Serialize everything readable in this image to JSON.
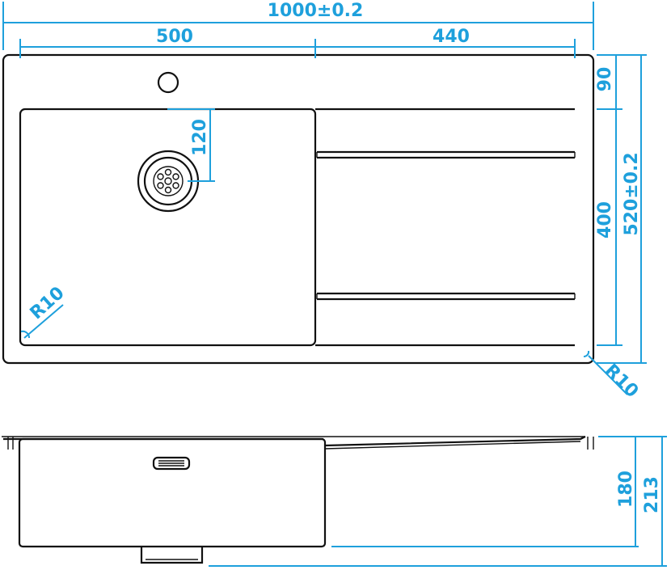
{
  "colors": {
    "dimension": "#1ea0dc",
    "outline": "#111111",
    "background": "#ffffff"
  },
  "dims": {
    "overall_width": "1000±0.2",
    "bowl_width": "500",
    "drainer_width": "440",
    "top_margin": "90",
    "drain_offset": "120",
    "bowl_length": "400",
    "overall_depth": "520±0.2",
    "inner_radius": "R10",
    "outer_radius": "R10",
    "bowl_depth": "180",
    "total_height": "213"
  }
}
